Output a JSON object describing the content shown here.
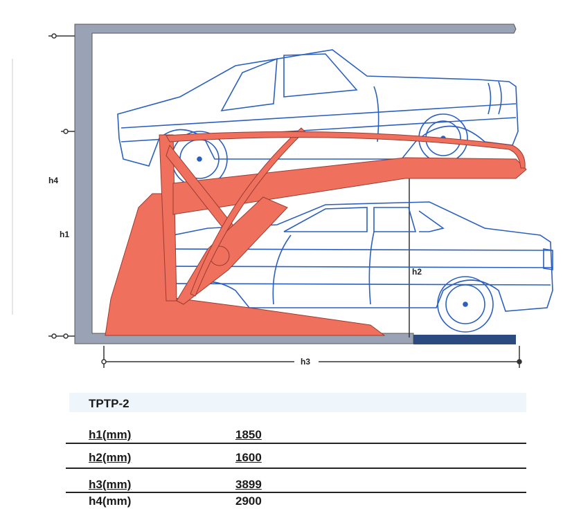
{
  "diagram": {
    "labels": {
      "h1": "h1",
      "h2": "h2",
      "h3": "h3",
      "h4": "h4"
    },
    "colors": {
      "frame": "#9aa3b5",
      "lift": "#f0705e",
      "car": "#2a5fc0",
      "floor_patch": "#2a4a80"
    }
  },
  "spec_table": {
    "model": "TPTP-2",
    "rows": [
      {
        "label": "h1(mm)",
        "value": "1850"
      },
      {
        "label": "h2(mm)",
        "value": "1600"
      },
      {
        "label": "h3(mm)",
        "value": "3899"
      },
      {
        "label": "h4(mm)",
        "value": "2900"
      }
    ]
  }
}
